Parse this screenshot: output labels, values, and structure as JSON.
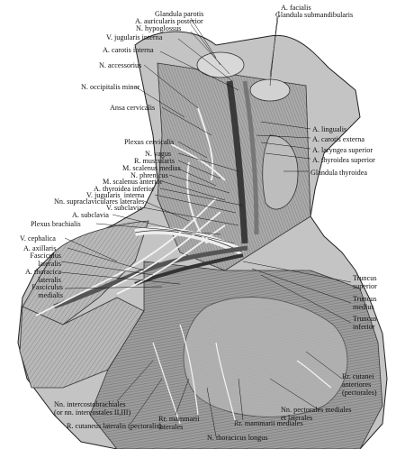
{
  "labels": {
    "glandula_parotis": "Glandula parotis",
    "a_auricularis_posterior": "A. auricularis posterior",
    "n_hypoglossus": "N. hypoglossus",
    "v_jugularis_interna_top": "V. jugularis interna",
    "a_carotis_interna": "A. carotis interna",
    "n_accessorius": "N. accessorius",
    "n_occipitalis_minor": "N. occipitalis minor",
    "ansa_cervicalis": "Ansa cervicalis",
    "a_facialis": "A. facialis",
    "glandula_submandibularis": "Glandula submandibularis",
    "a_lingualis": "A. lingualis",
    "a_carotis_externa": "A. carotis externa",
    "a_laryngea_superior": "A. laryngea superior",
    "a_thyroidea_superior": "A. thyroidea superior",
    "glandula_thyroidea": "Glandula thyroidea",
    "plexus_cervicalis": "Plexus cervicalis",
    "n_vagus": "N. vagus",
    "r_muscularis": "R. muscularis",
    "m_scalenus_medius": "M. scalenus medius",
    "n_phrenicus": "N. phrenicus",
    "m_scalenus_anterior": "M. scalenus anterior",
    "a_thyroidea_inferior": "A. thyroidea inferior",
    "v_jugularis_interna": "V. jugularis  interna",
    "nn_supraclaviculares_laterales": "Nn. supraclaviculares laterales",
    "v_subclavia": "V. subclavia",
    "a_subclavia": "A. subclavia",
    "plexus_brachialis": "Plexus brachialis",
    "v_cephalica": "V. cephalica",
    "a_axillaris": "A. axillaris",
    "fasciculus_lateralis": "Fasciculus\nlateralis",
    "a_thoracica_lateralis": "A. thoracica\nlateralis",
    "fasciculus_medialis": "Fasciculus\nmedialis",
    "truncus_superior": "Truncus\nsuperior",
    "truncus_medius": "Truncus\nmedius",
    "truncus_inferior": "Truncus\ninferior",
    "rr_cutanei_anteriores": "Rr. cutanei\nanteriores\n(pectorales)",
    "nn_pectorales": "Nn. pectorales mediales\net laterales",
    "nn_intercostobrachiales": "Nn. intercostobrachiales\n(or nn. intercostales II,III)",
    "r_cutaneus_lateralis": "R. cutaneus lateralis (pectoralis)",
    "rr_mammarii_laterales": "Rr. mammarii\nlaterales",
    "rr_mammarii_mediales": "Rr. mammarii mediales",
    "n_thoracicus_longus": "N. thoracicus longus"
  },
  "colors": {
    "ink": "#111111",
    "tissue_light": "#c8c8c8",
    "tissue_mid": "#9a9a9a",
    "tissue_dark": "#4a4a4a",
    "paper": "#ffffff"
  }
}
